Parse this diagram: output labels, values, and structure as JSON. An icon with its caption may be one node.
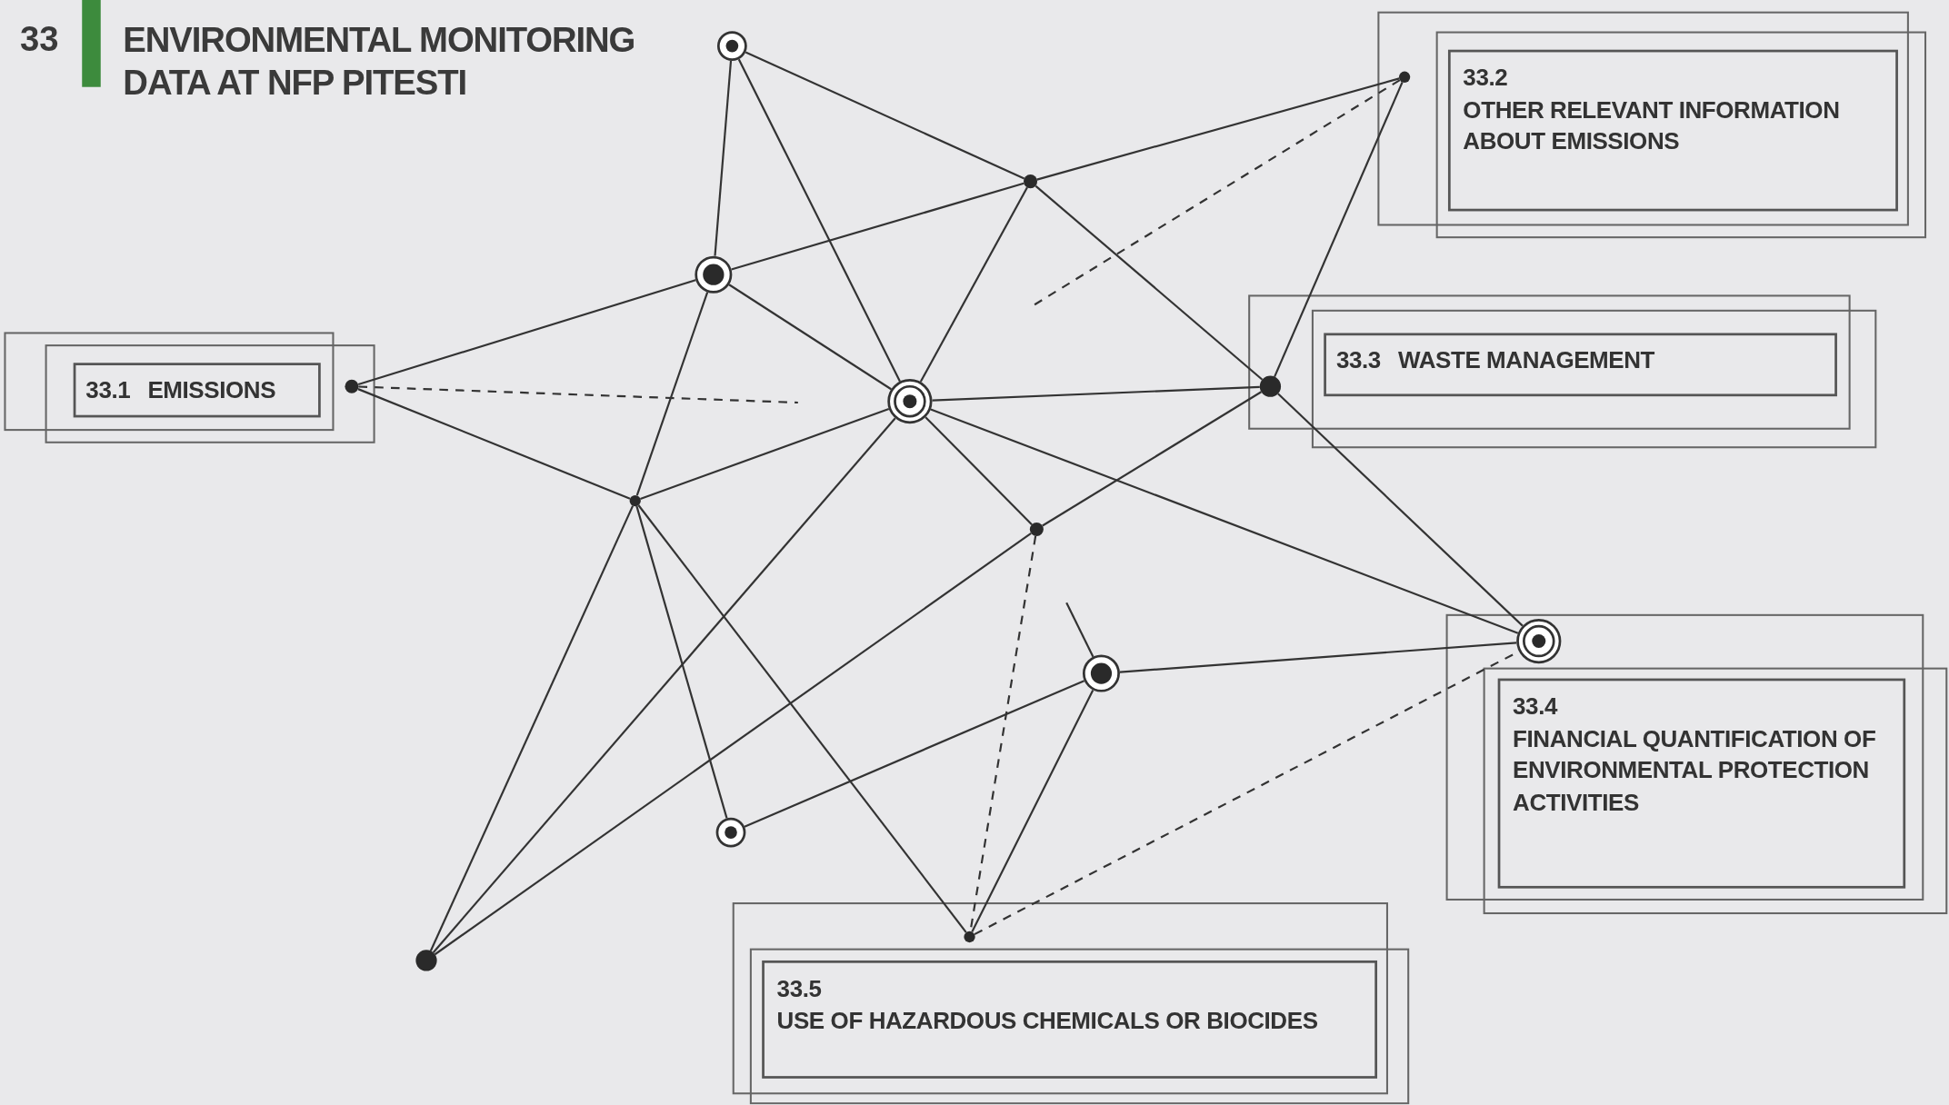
{
  "diagram": {
    "title": "ENVIRONMENTAL MONITORING DATA AT NFP PITESTI",
    "nodes": [
      {
        "text": [],
        "shape": "circle"
      },
      {
        "text": [],
        "shape": "circle"
      },
      {
        "text": [
          "33.2",
          "OTHER RELEVANT INFORMATION ABOUT EMISSIONS"
        ]
      },
      {
        "text": [],
        "shape": "circle"
      },
      {
        "text": [],
        "shape": "circle"
      },
      {
        "text": [
          "33.3",
          "WASTE MANAGEMENT"
        ]
      },
      {
        "text": [],
        "shape": "circle"
      },
      {
        "text": [],
        "shape": "circle"
      },
      {
        "text": [
          "33.1",
          "EMISSIONS"
        ]
      },
      {
        "text": [],
        "shape": "circle"
      },
      {
        "text": [],
        "shape": "circle"
      },
      {
        "text": [],
        "shape": "circle"
      },
      {
        "text": [],
        "shape": "circle"
      },
      {
        "text": [],
        "shape": "circle"
      },
      {
        "text": [
          "33.4",
          "FINANCIAL QUANTIFICATION OF ENVIRONMENTAL PROTECTION ACTIVITIES"
        ]
      },
      {
        "text": [],
        "shape": "circle"
      },
      {
        "text": [],
        "shape": "circle"
      },
      {
        "text": [],
        "shape": "circle"
      },
      {
        "text": [
          "33.5",
          "USE OF HAZARDOUS CHEMICALS OR BIOCIDES"
        ]
      }
    ],
    "edges": [
      {
        "from": 0,
        "to": 4,
        "arrow": "none"
      },
      {
        "from": 0,
        "to": 9,
        "arrow": "none"
      },
      {
        "from": 0,
        "to": 3,
        "arrow": "none"
      },
      {
        "from": 6,
        "to": 4,
        "arrow": "none"
      },
      {
        "from": 4,
        "to": 3,
        "arrow": "none"
      },
      {
        "from": 3,
        "to": 1,
        "arrow": "none"
      },
      {
        "from": 4,
        "to": 9,
        "arrow": "none"
      },
      {
        "from": 4,
        "to": 10,
        "arrow": "none"
      },
      {
        "from": 3,
        "to": 9,
        "arrow": "none"
      },
      {
        "from": 3,
        "to": 7,
        "arrow": "none"
      },
      {
        "from": 6,
        "to": 10,
        "arrow": "none"
      },
      {
        "from": 10,
        "to": 9,
        "arrow": "none"
      },
      {
        "from": 9,
        "to": 7,
        "arrow": "none"
      },
      {
        "from": 1,
        "to": 7,
        "arrow": "none"
      },
      {
        "from": 7,
        "to": 12,
        "arrow": "none"
      },
      {
        "from": 9,
        "to": 12,
        "arrow": "none"
      },
      {
        "from": 9,
        "to": 11,
        "arrow": "none"
      },
      {
        "from": 11,
        "to": 7,
        "arrow": "none"
      },
      {
        "from": 17,
        "to": 11,
        "arrow": "none"
      },
      {
        "from": 9,
        "to": 17,
        "arrow": "none"
      },
      {
        "from": 10,
        "to": 17,
        "arrow": "none"
      },
      {
        "from": 10,
        "to": 15,
        "arrow": "none"
      },
      {
        "from": 10,
        "to": 16,
        "arrow": "none"
      },
      {
        "from": 15,
        "to": 13,
        "arrow": "none"
      },
      {
        "from": 13,
        "to": 12,
        "arrow": "none"
      },
      {
        "from": 13,
        "to": 16,
        "arrow": "none"
      },
      {
        "from": null,
        "to": 13,
        "arrow": "none"
      },
      {
        "from": 6,
        "to": null,
        "arrow": "none",
        "style": "dashed"
      },
      {
        "from": 1,
        "to": null,
        "arrow": "none",
        "style": "dashed"
      },
      {
        "from": 11,
        "to": 16,
        "arrow": "none",
        "style": "dashed"
      },
      {
        "from": 16,
        "to": 12,
        "arrow": "none",
        "style": "dashed"
      }
    ],
    "labels": [
      "33"
    ]
  }
}
